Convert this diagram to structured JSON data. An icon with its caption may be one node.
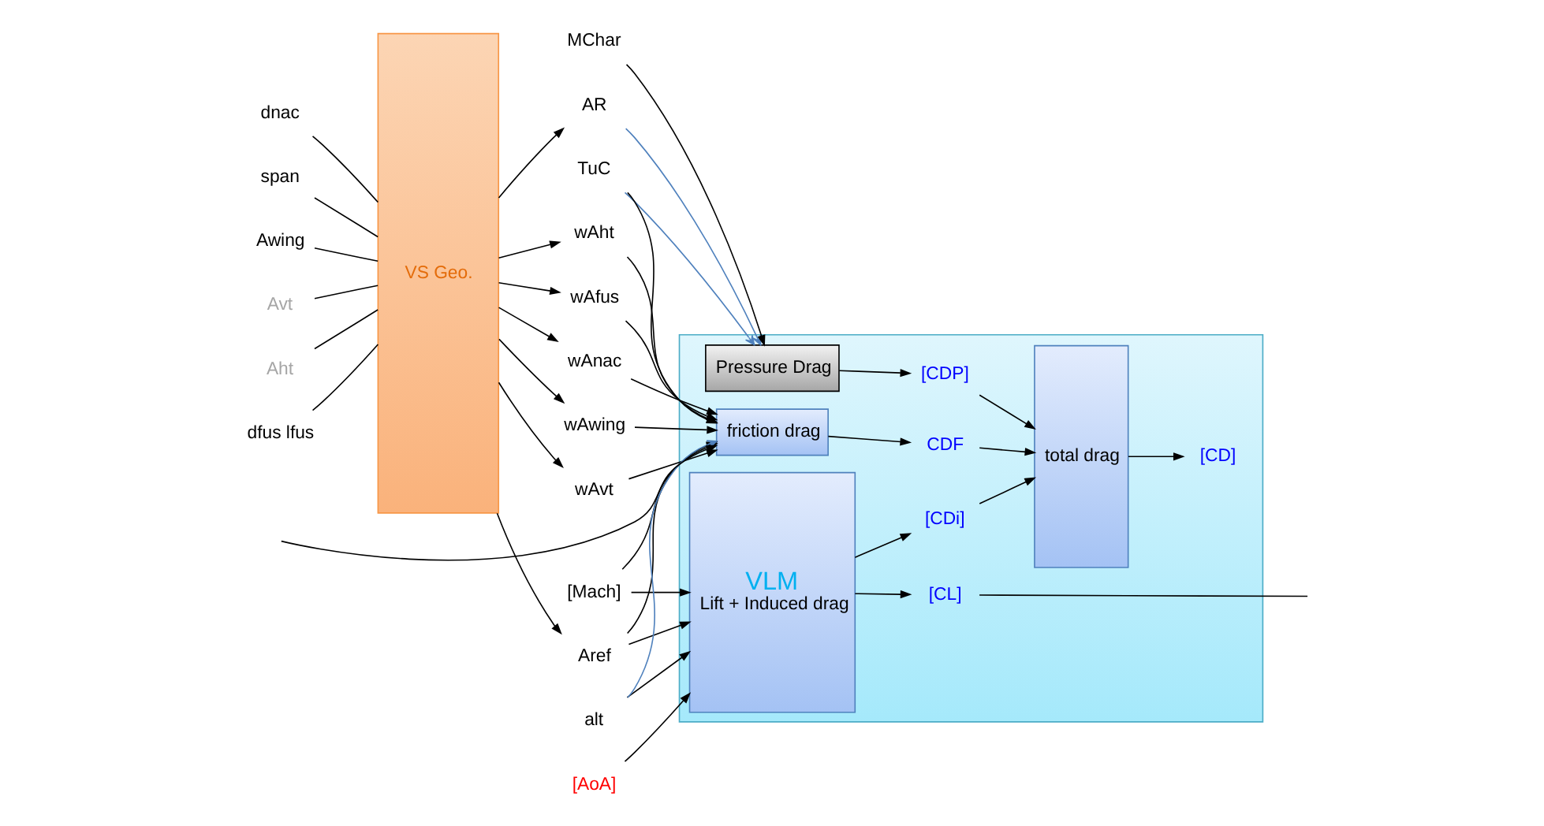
{
  "diagram": {
    "nodes": [
      {
        "text": [
          "span"
        ]
      },
      {
        "text": [
          "Awing"
        ]
      },
      {
        "text": [
          "Avt"
        ]
      },
      {
        "text": [
          "Aht"
        ]
      },
      {
        "text": [
          "dfus lfus"
        ]
      },
      {
        "text": [
          "dnac"
        ]
      },
      {
        "text": [
          "VS Geo."
        ]
      },
      {
        "text": [
          "AR"
        ]
      },
      {
        "text": [
          "Aref"
        ]
      },
      {
        "text": [
          "wAwing"
        ]
      },
      {
        "text": [
          "wAvt"
        ]
      },
      {
        "text": [
          "wAht"
        ]
      },
      {
        "text": [
          "wAfus"
        ]
      },
      {
        "text": [
          "wAnac"
        ]
      },
      {
        "text": [],
        "shape": "box"
      },
      {
        "text": [
          "[AoA]"
        ]
      },
      {
        "text": [
          "[Mach]"
        ]
      },
      {
        "text": [
          "alt"
        ]
      },
      {
        "text": [
          "MChar"
        ]
      },
      {
        "text": [
          "TuC"
        ]
      },
      {
        "text": [
          "VLM",
          "Lift + Induced drag"
        ],
        "in": 14
      },
      {
        "text": [
          "Pressure Drag"
        ],
        "in": 14
      },
      {
        "text": [
          "friction drag"
        ],
        "in": 14
      },
      {
        "text": [
          "[CL]"
        ],
        "in": 14
      },
      {
        "text": [
          "[CDi]"
        ],
        "in": 14
      },
      {
        "text": [
          "[CDP]"
        ],
        "in": 14
      },
      {
        "text": [
          "CDF"
        ],
        "in": 14
      },
      {
        "text": [
          "total drag"
        ],
        "in": 14
      },
      {
        "text": [
          "[CD]"
        ],
        "in": 14
      }
    ],
    "edges": [
      {
        "from": 0,
        "to": 6,
        "arrow": "none"
      },
      {
        "from": 1,
        "to": 6,
        "arrow": "none"
      },
      {
        "from": 2,
        "to": 6,
        "arrow": "none"
      },
      {
        "from": 3,
        "to": 6,
        "arrow": "none"
      },
      {
        "from": 4,
        "to": 6,
        "arrow": "none"
      },
      {
        "from": 5,
        "to": 6,
        "arrow": "none"
      },
      {
        "from": 6,
        "to": 7,
        "arrow": "to"
      },
      {
        "from": 6,
        "to": 8,
        "arrow": "to"
      },
      {
        "from": 6,
        "to": 9,
        "arrow": "to"
      },
      {
        "from": 6,
        "to": 10,
        "arrow": "to"
      },
      {
        "from": 6,
        "to": 11,
        "arrow": "to"
      },
      {
        "from": 6,
        "to": 12,
        "arrow": "to"
      },
      {
        "from": 6,
        "to": 13,
        "arrow": "to"
      },
      {
        "from": 8,
        "to": 20,
        "arrow": "to"
      },
      {
        "from": 15,
        "to": 20,
        "arrow": "to"
      },
      {
        "from": 16,
        "to": 20,
        "arrow": "to"
      },
      {
        "from": 17,
        "to": 20,
        "arrow": "to"
      },
      {
        "from": 7,
        "to": 21,
        "arrow": "to",
        "color": "#4f81bd"
      },
      {
        "from": 18,
        "to": 21,
        "arrow": "to"
      },
      {
        "from": 19,
        "to": 21,
        "arrow": "to",
        "color": "#4f81bd"
      },
      {
        "from": 19,
        "to": 22,
        "arrow": "to"
      },
      {
        "from": 16,
        "to": 22,
        "arrow": "to"
      },
      {
        "from": 17,
        "to": 22,
        "arrow": "to",
        "color": "#4f81bd"
      },
      {
        "from": 8,
        "to": 22,
        "arrow": "to"
      },
      {
        "from": 9,
        "to": 22,
        "arrow": "to"
      },
      {
        "from": 10,
        "to": 22,
        "arrow": "to"
      },
      {
        "from": 11,
        "to": 22,
        "arrow": "to"
      },
      {
        "from": 12,
        "to": 22,
        "arrow": "to"
      },
      {
        "from": 13,
        "to": 22,
        "arrow": "to"
      },
      {
        "from": 20,
        "to": 23,
        "arrow": "to"
      },
      {
        "from": 20,
        "to": 24,
        "arrow": "to"
      },
      {
        "from": 21,
        "to": 25,
        "arrow": "to"
      },
      {
        "from": 22,
        "to": 26,
        "arrow": "to"
      },
      {
        "from": 24,
        "to": 27,
        "arrow": "to"
      },
      {
        "from": 25,
        "to": 27,
        "arrow": "to"
      },
      {
        "from": 26,
        "to": 27,
        "arrow": "to"
      },
      {
        "from": 27,
        "to": 28,
        "arrow": "to"
      },
      {
        "from": 23,
        "to": null,
        "arrow": "none"
      },
      {
        "from": null,
        "to": 22,
        "arrow": "to"
      }
    ]
  }
}
